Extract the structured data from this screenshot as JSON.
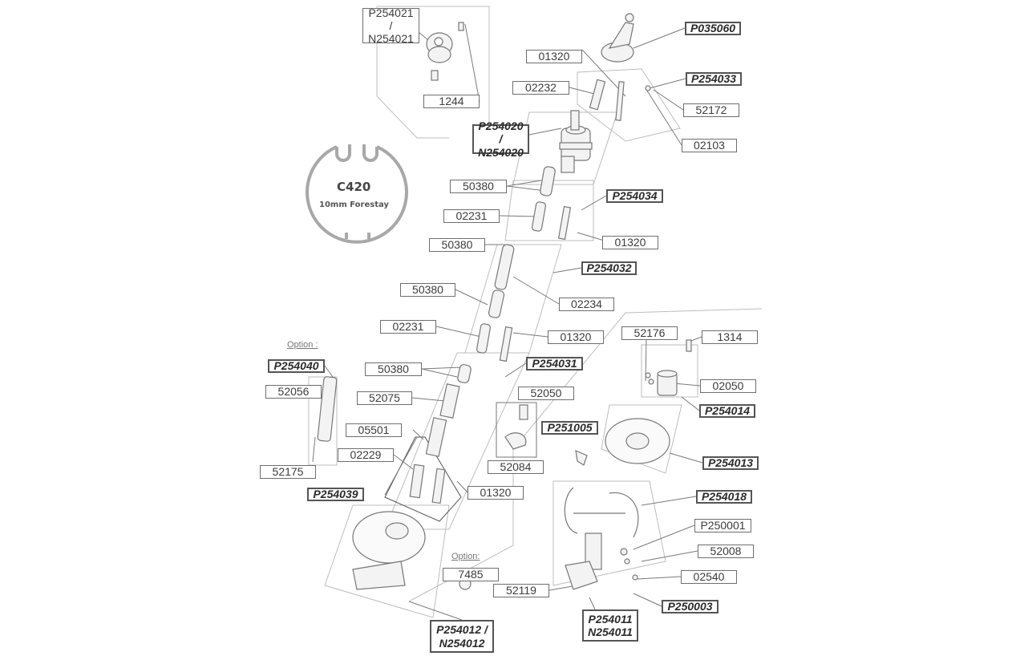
{
  "cross_section": {
    "title": "C420",
    "subtitle": "10mm Forestay"
  },
  "option_labels": [
    "Option :",
    "Option:"
  ],
  "parts": [
    "P254021 /\nN254021",
    "1244",
    "01320",
    "02232",
    "P035060",
    "P254033",
    "52172",
    "02103",
    "P254020 /\nN254020",
    "50380",
    "P254034",
    "02231",
    "01320",
    "50380",
    "P254032",
    "50380",
    "02234",
    "02231",
    "01320",
    "P254040",
    "50380",
    "P254031",
    "52056",
    "52075",
    "52050",
    "05501",
    "P251005",
    "02229",
    "52084",
    "52175",
    "P254039",
    "01320",
    "52176",
    "1314",
    "02050",
    "P254014",
    "P254013",
    "P254018",
    "P250001",
    "52008",
    "02540",
    "7485",
    "52119",
    "P250003",
    "P254011\nN254011",
    "P254012 /\nN254012"
  ]
}
